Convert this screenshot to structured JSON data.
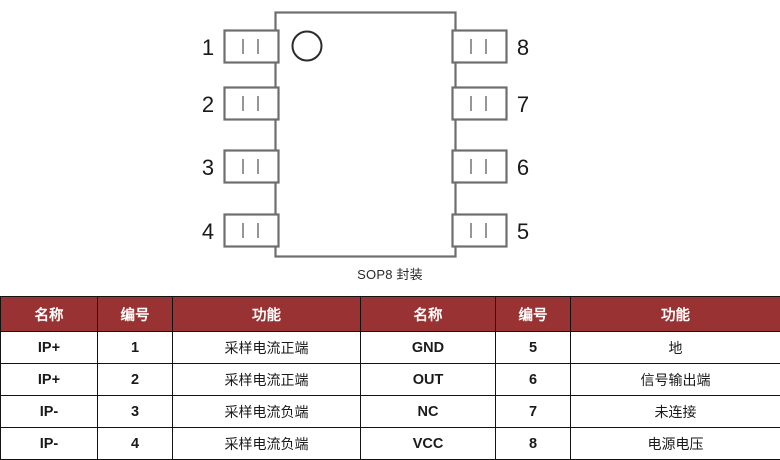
{
  "package": {
    "caption": "SOP8 封装",
    "body_marker": "pin1-dot-circle",
    "left_pins": [
      {
        "number": "1"
      },
      {
        "number": "2"
      },
      {
        "number": "3"
      },
      {
        "number": "4"
      }
    ],
    "right_pins": [
      {
        "number": "8"
      },
      {
        "number": "7"
      },
      {
        "number": "6"
      },
      {
        "number": "5"
      }
    ],
    "colors": {
      "outline": "#6e6e6e",
      "body_fill": "#ffffff",
      "pin_fill": "#ffffff"
    }
  },
  "pin_table": {
    "header": {
      "name_left": "名称",
      "num_left": "编号",
      "func_left": "功能",
      "name_right": "名称",
      "num_right": "编号",
      "func_right": "功能"
    },
    "header_color": "#993333",
    "rows": [
      {
        "name_left": "IP+",
        "num_left": "1",
        "func_left": "采样电流正端",
        "name_right": "GND",
        "num_right": "5",
        "func_right": "地"
      },
      {
        "name_left": "IP+",
        "num_left": "2",
        "func_left": "采样电流正端",
        "name_right": "OUT",
        "num_right": "6",
        "func_right": "信号输出端"
      },
      {
        "name_left": "IP-",
        "num_left": "3",
        "func_left": "采样电流负端",
        "name_right": "NC",
        "num_right": "7",
        "func_right": "未连接"
      },
      {
        "name_left": "IP-",
        "num_left": "4",
        "func_left": "采样电流负端",
        "name_right": "VCC",
        "num_right": "8",
        "func_right": "电源电压"
      }
    ]
  }
}
